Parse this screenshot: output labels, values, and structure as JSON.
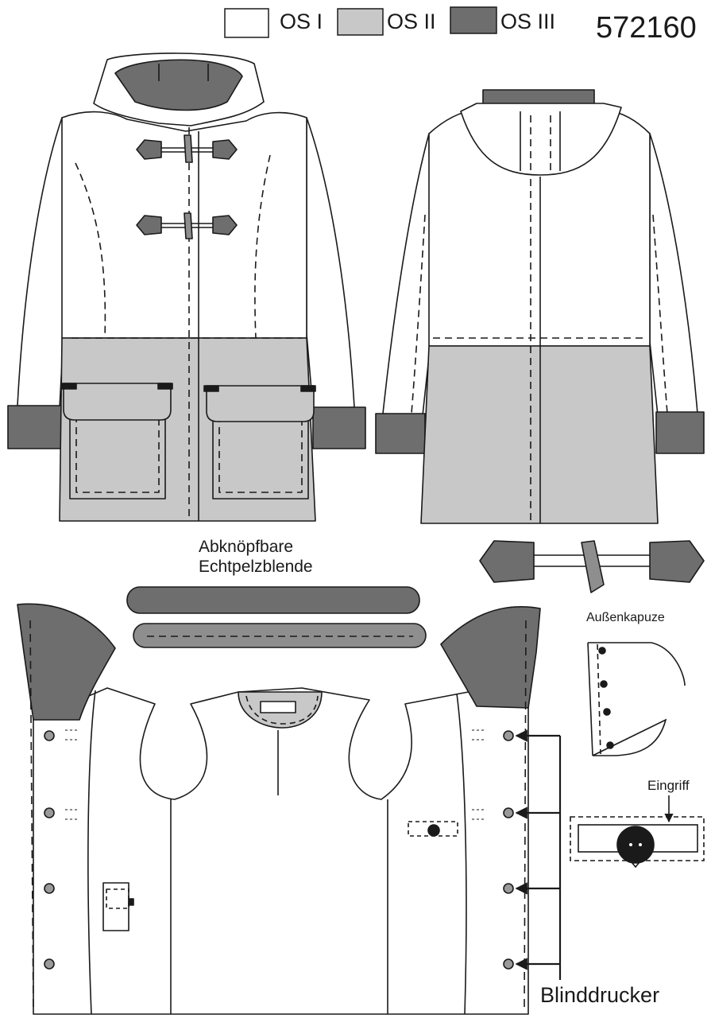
{
  "style_number": "572160",
  "legend": [
    {
      "label": "OS I",
      "color": "#ffffff"
    },
    {
      "label": "OS II",
      "color": "#c8c8c8"
    },
    {
      "label": "OS III",
      "color": "#6e6e6e"
    }
  ],
  "labels": {
    "fur_trim_line1": "Abknöpfbare",
    "fur_trim_line2": "Echtpelzblende",
    "outer_hood": "Außenkapuze",
    "slit": "Eingriff",
    "blind_snaps": "Blinddrucker"
  },
  "colors": {
    "outline": "#1a1a1a",
    "light_gray": "#c8c8c8",
    "dark_gray": "#6e6e6e",
    "mid_gray": "#8e8e8e",
    "snap": "#9a9a9a"
  },
  "icons": [
    "toggle-closure-icon",
    "snap-dot-icon",
    "arrow-icon"
  ]
}
